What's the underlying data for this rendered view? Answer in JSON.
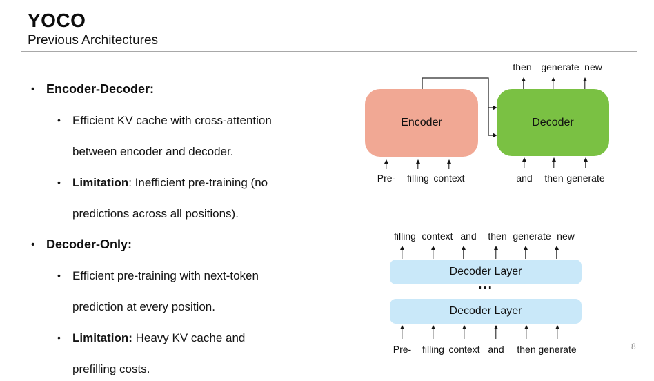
{
  "slide": {
    "title": "YOCO",
    "subtitle": "Previous Architectures",
    "page_number": "8",
    "bullet_char": "•"
  },
  "bullets": [
    {
      "level": 1,
      "lines": [
        [
          {
            "t": "Encoder-Decoder:",
            "b": true
          }
        ]
      ]
    },
    {
      "level": 2,
      "lines": [
        [
          {
            "t": "Efficient KV cache with cross-attention",
            "b": false
          }
        ],
        [
          {
            "t": "between encoder and decoder.",
            "b": false
          }
        ]
      ]
    },
    {
      "level": 2,
      "lines": [
        [
          {
            "t": "Limitation",
            "b": true
          },
          {
            "t": ": Inefficient pre-training (no",
            "b": false
          }
        ],
        [
          {
            "t": "predictions across all positions).",
            "b": false
          }
        ]
      ]
    },
    {
      "level": 1,
      "lines": [
        [
          {
            "t": "Decoder-Only:",
            "b": true
          }
        ]
      ]
    },
    {
      "level": 2,
      "lines": [
        [
          {
            "t": "Efficient pre-training with next-token",
            "b": false
          }
        ],
        [
          {
            "t": "prediction at every position.",
            "b": false
          }
        ]
      ]
    },
    {
      "level": 2,
      "lines": [
        [
          {
            "t": "Limitation:",
            "b": true
          },
          {
            "t": " Heavy KV cache and",
            "b": false
          }
        ],
        [
          {
            "t": "prefilling costs.",
            "b": false
          }
        ]
      ]
    }
  ],
  "encoder_decoder_diagram": {
    "encoder_label": "Encoder",
    "decoder_label": "Decoder",
    "encoder_inputs": [
      "Pre-",
      "filling",
      "context"
    ],
    "decoder_inputs": [
      "and",
      "then",
      "generate"
    ],
    "decoder_outputs": [
      "then",
      "generate",
      "new"
    ],
    "encoder_color": "#f1a894",
    "decoder_color": "#7ac143"
  },
  "decoder_only_diagram": {
    "layer_label": "Decoder Layer",
    "ellipsis": "...",
    "inputs": [
      "Pre-",
      "filling",
      "context",
      "and",
      "then",
      "generate"
    ],
    "outputs": [
      "filling",
      "context",
      "and",
      "then",
      "generate",
      "new"
    ],
    "layer_color": "#c9e8f9"
  }
}
